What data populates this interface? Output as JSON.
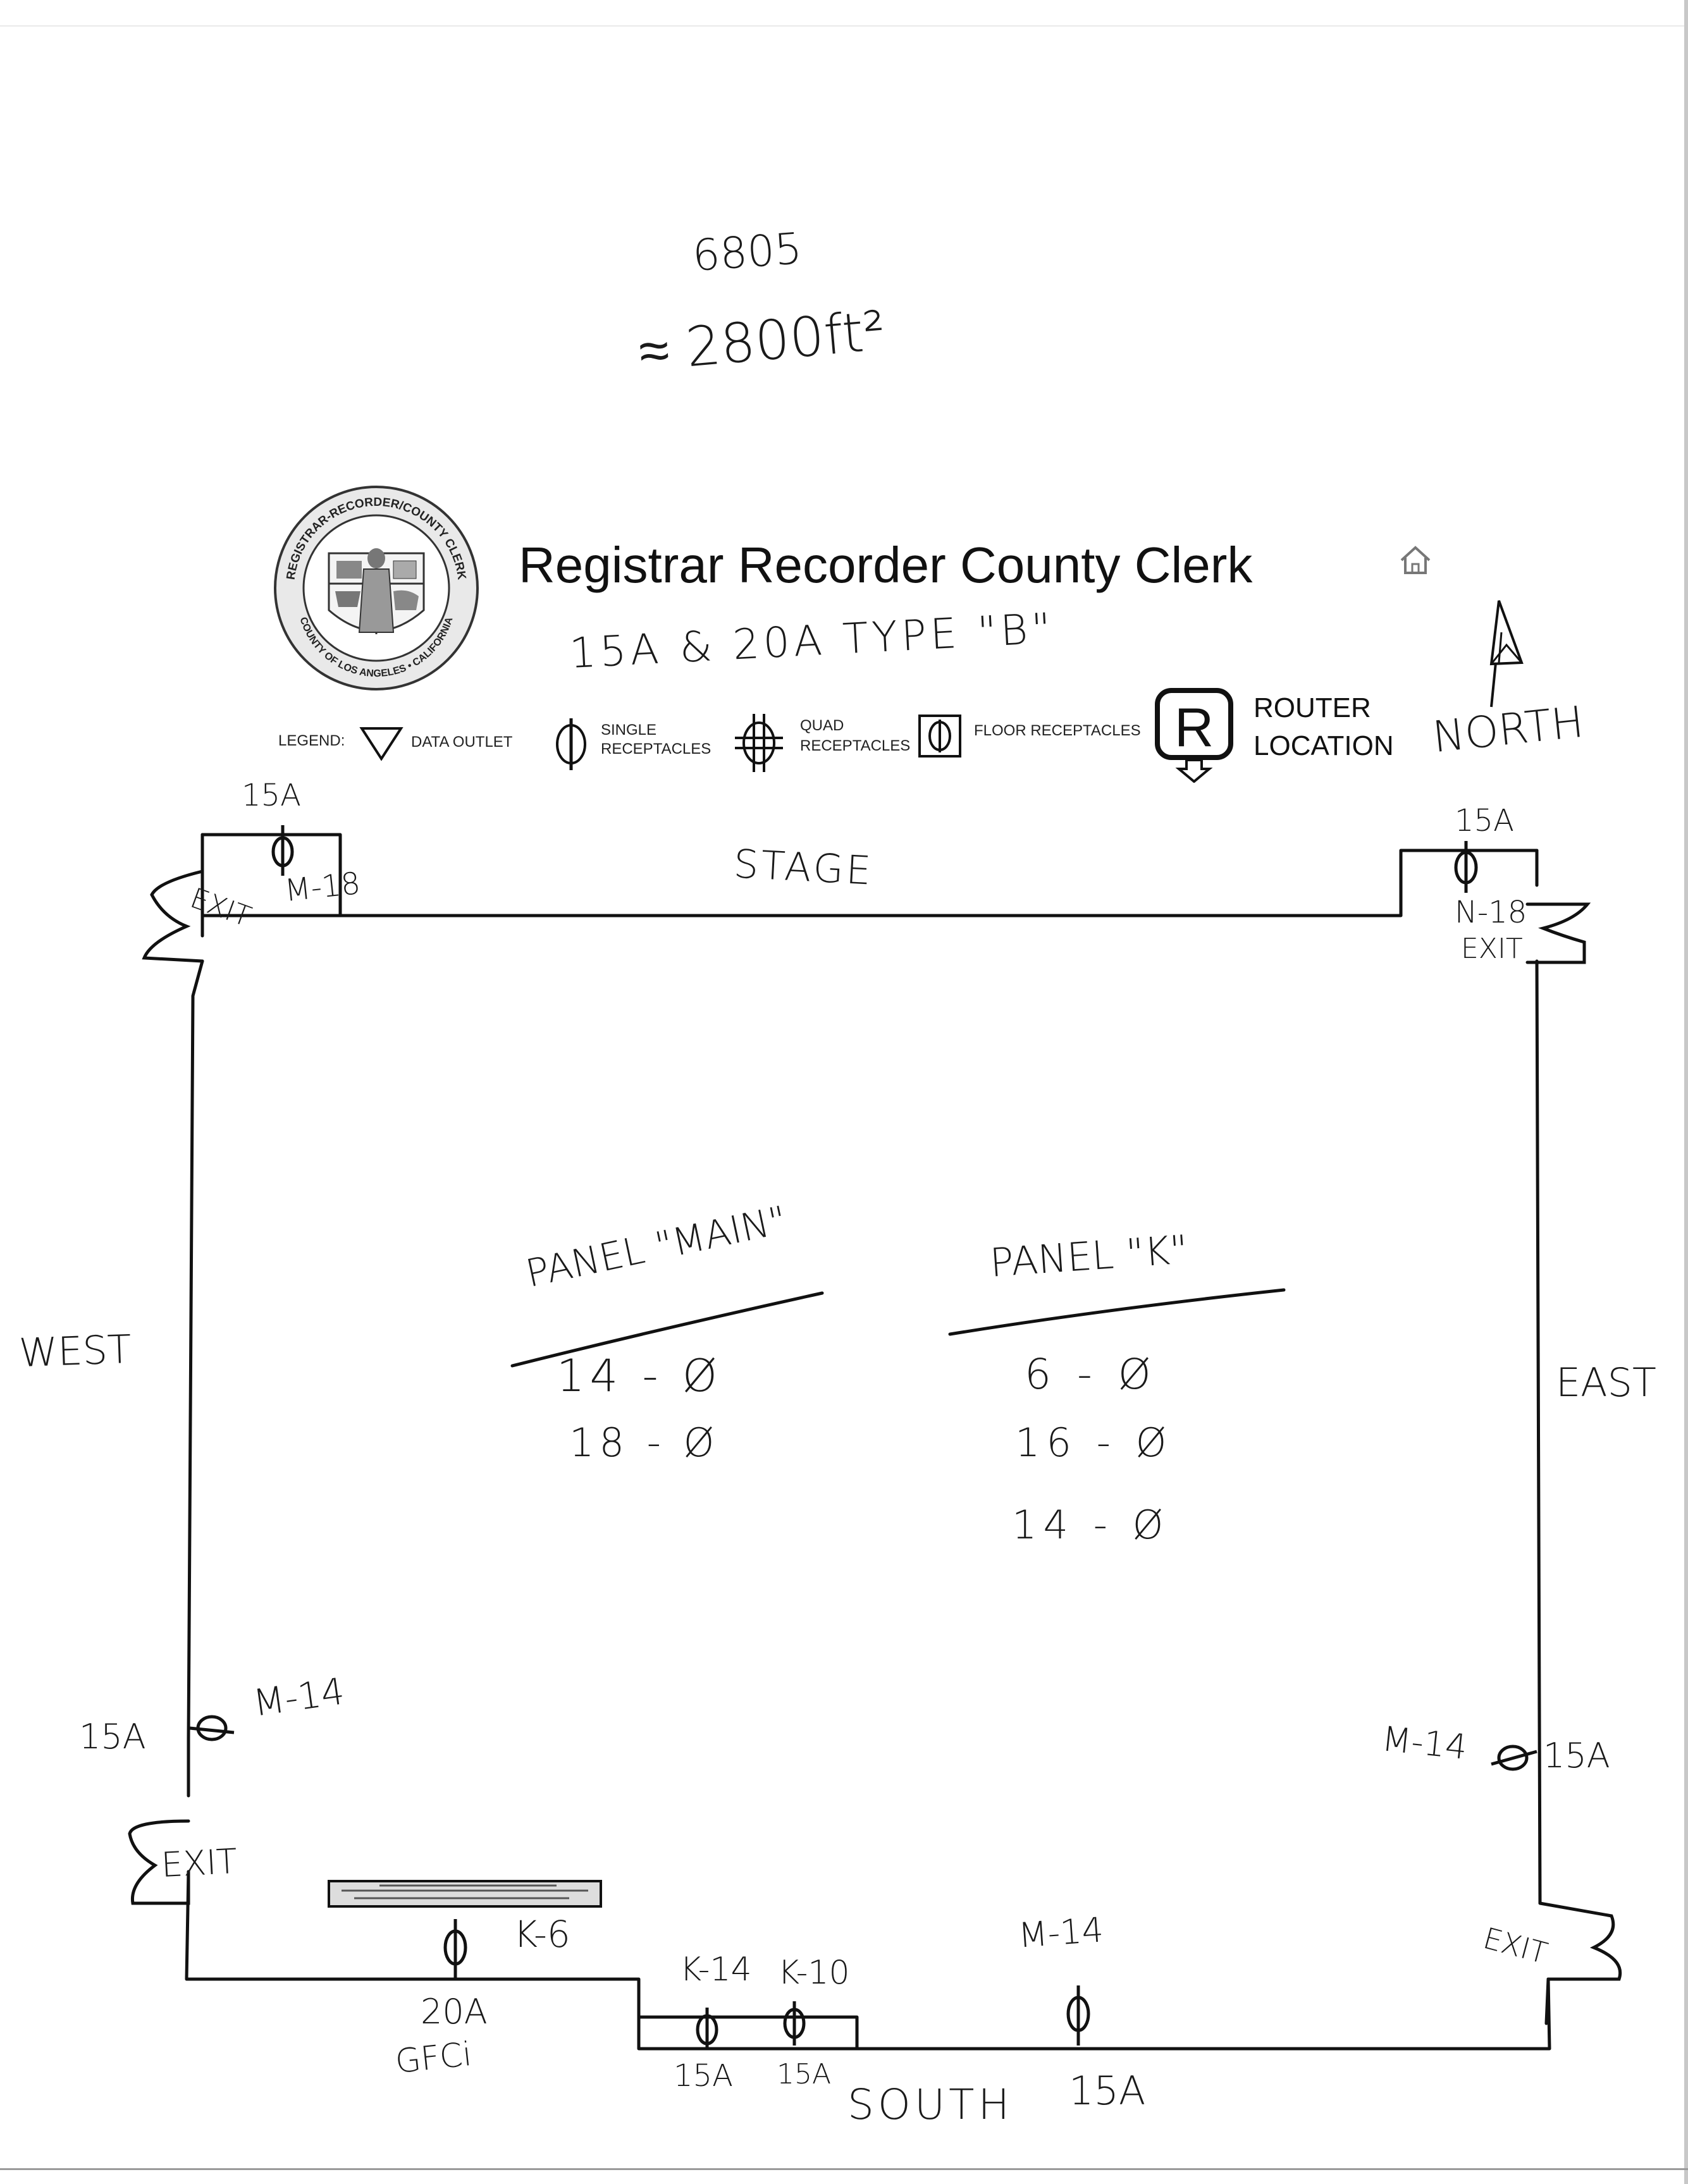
{
  "notes": {
    "building_number": "6805",
    "area": "≈ 2800ft²",
    "outlet_types": "15A & 20A TYPE \"B\""
  },
  "header": {
    "seal_text_top": "REGISTRAR-RECORDER/COUNTY CLERK",
    "seal_text_bottom": "COUNTY OF LOS ANGELES • CALIFORNIA",
    "title": "Registrar Recorder County Clerk"
  },
  "legend": {
    "label": "LEGEND:",
    "data_outlet": "DATA OUTLET",
    "single_receptacles": [
      "SINGLE",
      "RECEPTACLES"
    ],
    "quad_receptacles": [
      "QUAD",
      "RECEPTACLES"
    ],
    "floor_receptacles": "FLOOR RECEPTACLES",
    "router_letter": "R",
    "router_location": [
      "ROUTER",
      "LOCATION"
    ]
  },
  "compass": {
    "north": "NORTH",
    "south": "SOUTH",
    "east": "EAST",
    "west": "WEST"
  },
  "room": {
    "stage": "STAGE",
    "exits": [
      "EXIT",
      "EXIT",
      "EXIT",
      "EXIT"
    ]
  },
  "panels": {
    "main": {
      "title": "PANEL \"MAIN\"",
      "circuits": [
        "14 - Ø",
        "18 - Ø"
      ]
    },
    "k": {
      "title": "PANEL \"K\"",
      "circuits": [
        "6 - Ø",
        "16 - Ø",
        "14 - Ø"
      ]
    }
  },
  "outlets": {
    "nw_amp": "15A",
    "nw_circuit": "M-18",
    "ne_amp": "15A",
    "ne_circuit": "N-18",
    "west_amp": "15A",
    "west_circuit": "M-14",
    "east_circuit": "M-14",
    "east_amp": "15A",
    "sw_circuit": "K-6",
    "sw_amp": "20A",
    "sw_type": "GFCi",
    "s1_circuit": "K-14",
    "s1_amp": "15A",
    "s2_circuit": "K-10",
    "s2_amp": "15A",
    "s3_circuit": "M-14",
    "s3_amp": "15A"
  }
}
